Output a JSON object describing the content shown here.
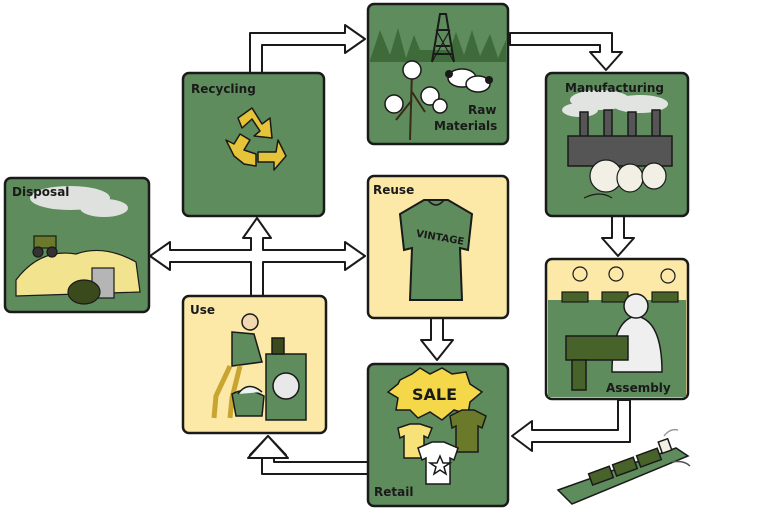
{
  "stages": {
    "raw_materials": {
      "label_line1": "Raw",
      "label_line2": "Materials"
    },
    "manufacturing": {
      "label": "Manufacturing"
    },
    "assembly": {
      "label": "Assembly"
    },
    "retail": {
      "label": "Retail",
      "sale_sign": "SALE"
    },
    "reuse": {
      "label": "Reuse",
      "shirt_text": "VINTAGE"
    },
    "use": {
      "label": "Use"
    },
    "recycling": {
      "label": "Recycling"
    },
    "disposal": {
      "label": "Disposal"
    }
  },
  "colors": {
    "green_panel": "#5e8c5c",
    "yellow_panel": "#fce9a8",
    "dark_green": "#48632a",
    "olive": "#6b7a2a",
    "recycle_yellow": "#e6c43a",
    "outline": "#1a1a1a"
  }
}
